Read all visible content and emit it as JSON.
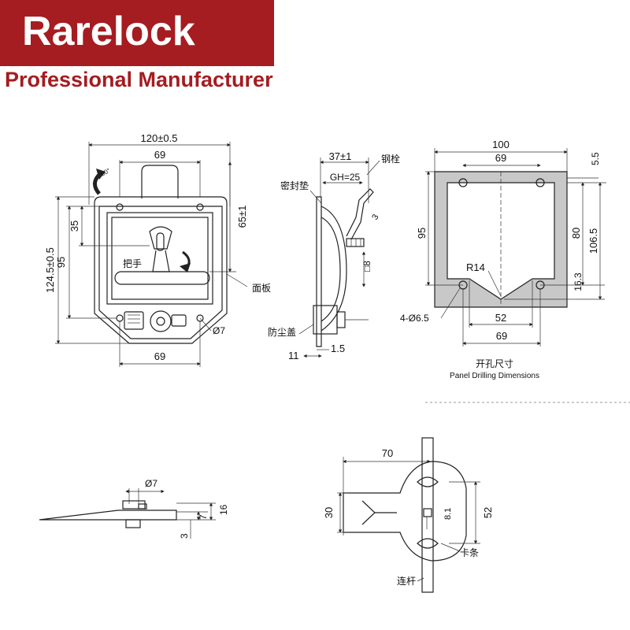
{
  "brand": {
    "name": "Rarelock",
    "tagline": "Professional Manufacturer",
    "accent_color": "#a51c21"
  },
  "front_view": {
    "dims": {
      "width": "120±0.5",
      "top_inner": "69",
      "height": "124.5±0.5",
      "height_inner": "95",
      "hole_offset": "35",
      "right_height": "65±1",
      "bottom": "69",
      "rotation": "90°"
    },
    "labels": {
      "handle": "把手",
      "panel": "面板",
      "hole": "Ø7"
    }
  },
  "side_view": {
    "dims": {
      "depth": "37±1",
      "gh": "GH=25",
      "square": "□8",
      "plate": "1.5",
      "stem": "11",
      "bend": "3"
    },
    "labels": {
      "seal": "密封垫",
      "bolt": "钢栓",
      "dust_cover": "防尘盖"
    }
  },
  "cutout_view": {
    "dims": {
      "width": "100",
      "hole_spacing": "69",
      "top": "5.5",
      "height": "95",
      "inner_height": "80",
      "total_height": "106.5",
      "radius": "R14",
      "bottom_offset": "16.3",
      "holes": "4-Ø6.5",
      "notch": "52",
      "bottom_spacing": "69"
    },
    "caption_cn": "开孔尺寸",
    "caption_en": "Panel Drilling Dimensions"
  },
  "bottom_left_view": {
    "dims": {
      "hole": "Ø7",
      "d16": "16",
      "d7": "7",
      "d3": "3"
    }
  },
  "bottom_right_view": {
    "dims": {
      "length": "70",
      "width": "30",
      "height": "52",
      "small": "8.1"
    },
    "labels": {
      "clip": "卡条",
      "rod": "连杆"
    }
  }
}
